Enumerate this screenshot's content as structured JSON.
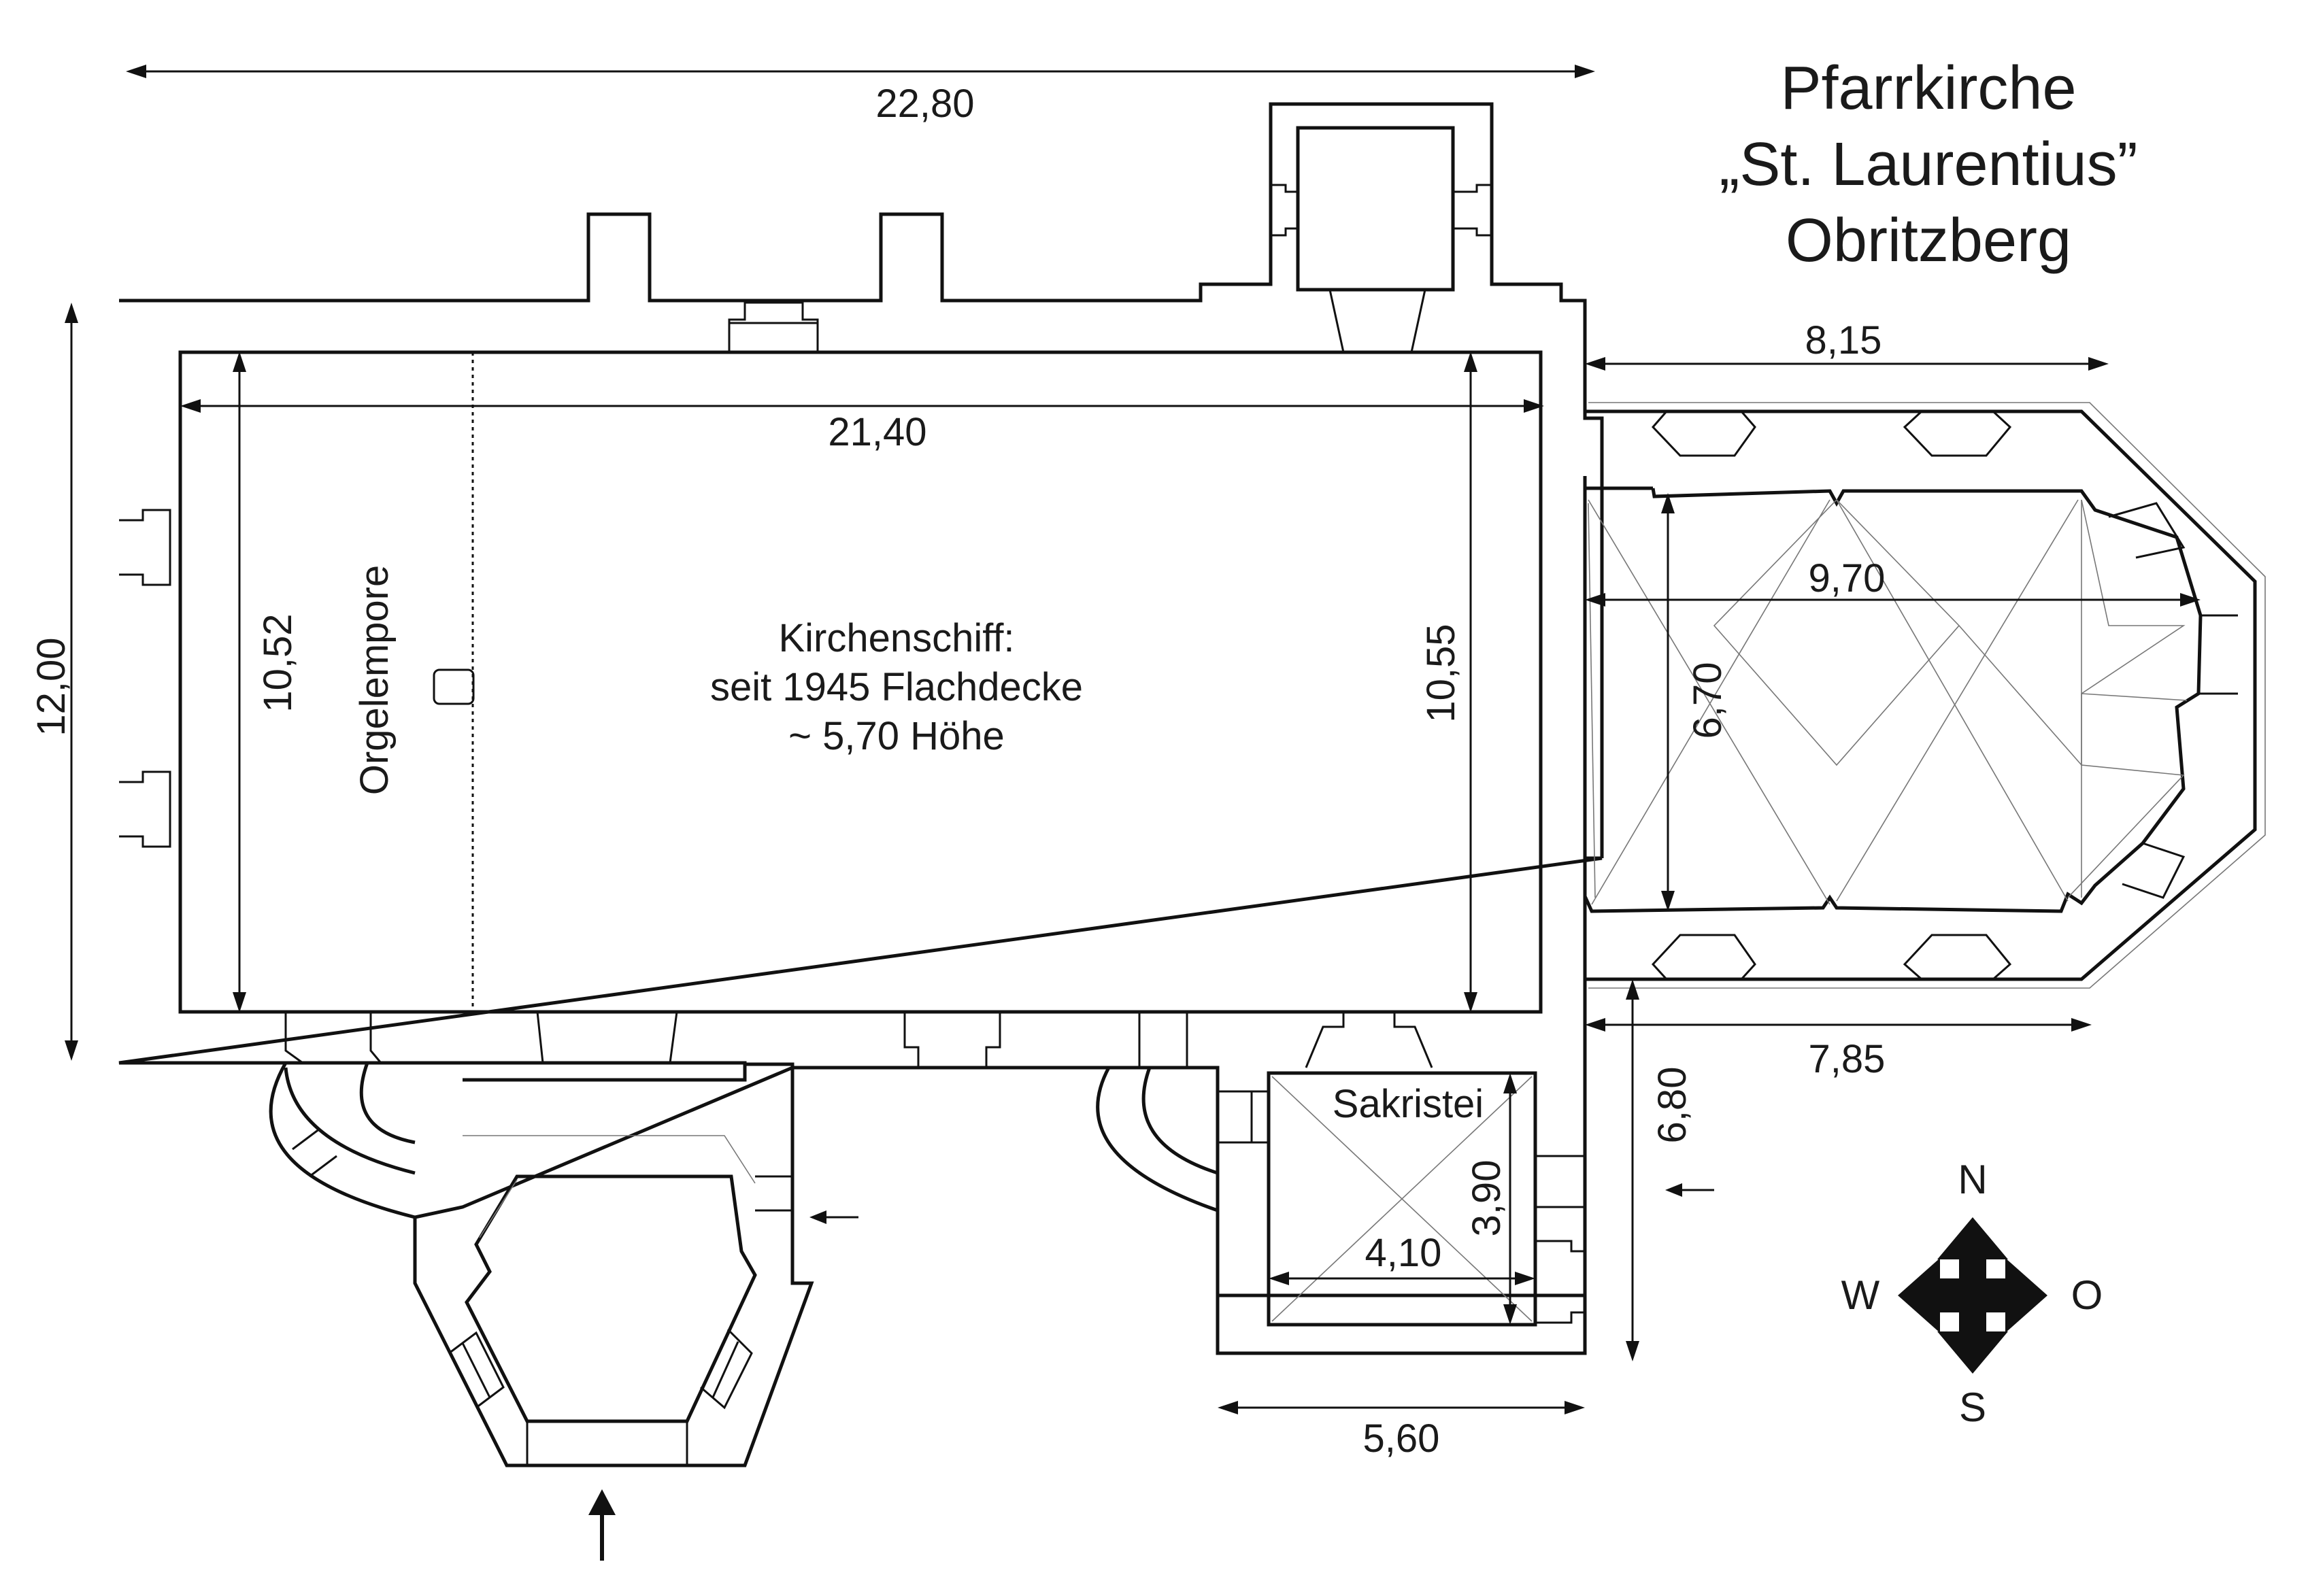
{
  "title": {
    "line1": "Pfarrkirche",
    "line2": "„St. Laurentius”",
    "line3": "Obritzberg"
  },
  "rooms": {
    "nave_line1": "Kirchenschiff:",
    "nave_line2": "seit 1945 Flachdecke",
    "nave_line3": "~ 5,70 Höhe",
    "organ_loft": "Orgelempore",
    "sacristy": "Sakristei"
  },
  "dimensions": {
    "total_length": "22,80",
    "total_width": "12,00",
    "nave_length": "21,40",
    "nave_width_west": "10,52",
    "nave_width_east": "10,55",
    "choir_outer_north": "8,15",
    "choir_inner_length": "9,70",
    "choir_inner_width": "6,70",
    "choir_outer_south": "7,85",
    "sacristy_depth": "6,80",
    "sacristy_outer_width": "5,60",
    "sacristy_inner_width": "4,10",
    "sacristy_inner_depth": "3,90"
  },
  "compass": {
    "north": "N",
    "south": "S",
    "west": "W",
    "east": "O"
  },
  "colors": {
    "ink": "#111111",
    "vault_lines": "#777777",
    "background": "#ffffff"
  }
}
